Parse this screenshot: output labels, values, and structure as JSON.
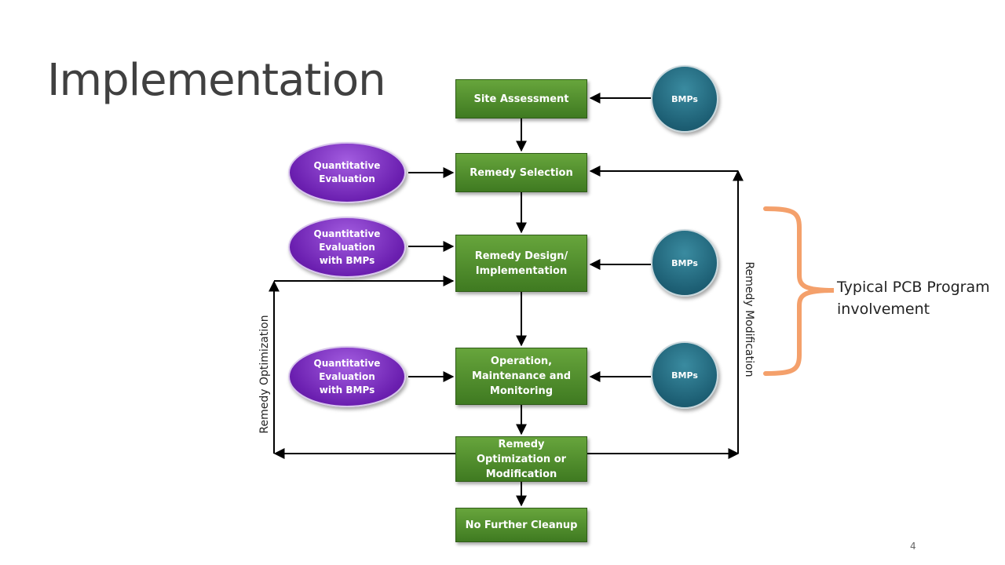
{
  "slide": {
    "title": "Implementation",
    "page_number": "4"
  },
  "flow": {
    "site_assessment": "Site Assessment",
    "remedy_selection": "Remedy Selection",
    "remedy_design": "Remedy Design/ Implementation",
    "operation": "Operation, Maintenance and Monitoring",
    "remedy_optimization": "Remedy Optimization or Modification",
    "no_further_cleanup": "No Further Cleanup"
  },
  "inputs": {
    "quant_eval": "Quantitative Evaluation",
    "quant_eval_bmps_1": "Quantitative Evaluation with BMPs",
    "quant_eval_bmps_2": "Quantitative Evaluation with BMPs",
    "bmps_1": "BMPs",
    "bmps_2": "BMPs",
    "bmps_3": "BMPs"
  },
  "loops": {
    "remedy_optimization_label": "Remedy Optimization",
    "remedy_modification_label": "Remedy Modification"
  },
  "annotation": {
    "line1": "Typical PCB Program",
    "line2": "involvement"
  },
  "colors": {
    "process_box": "#4f8f2d",
    "evaluation_oval": "#7a2fc4",
    "bmp_circle": "#1f6479",
    "brace": "#f4a06b",
    "arrow": "#000000"
  }
}
